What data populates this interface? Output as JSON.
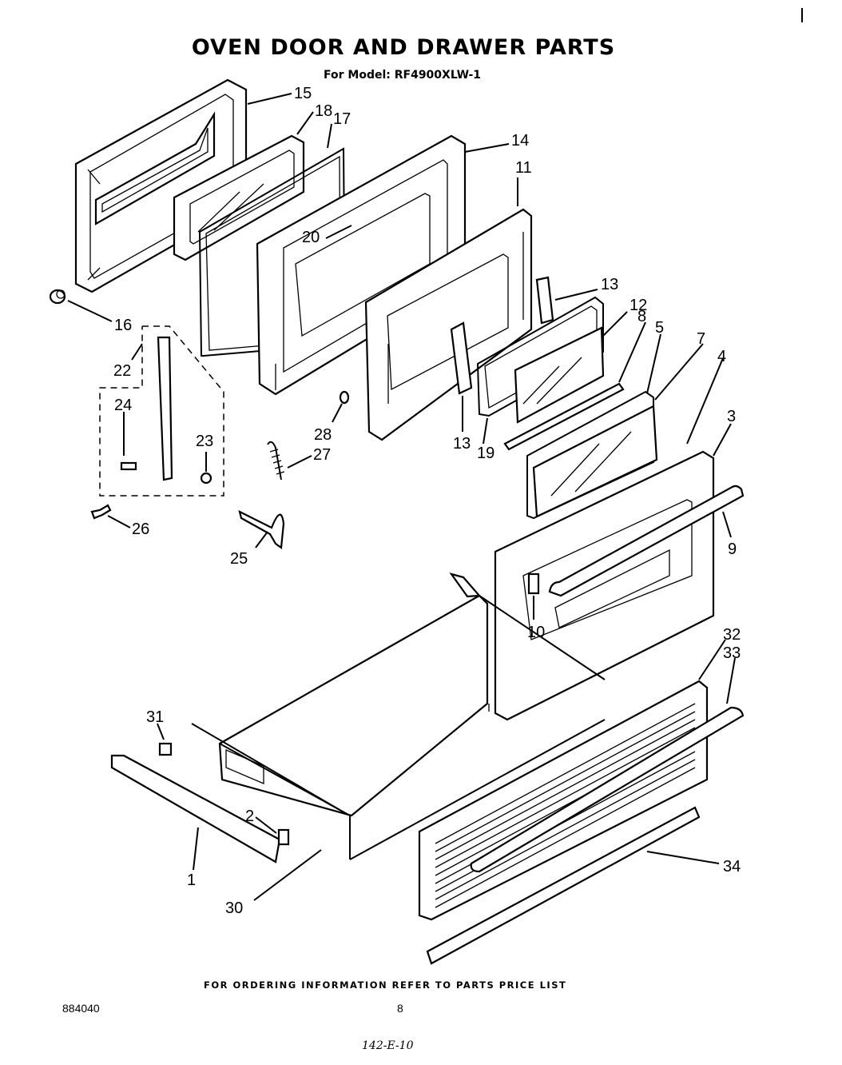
{
  "header": {
    "title": "OVEN DOOR AND DRAWER PARTS",
    "subtitle": "For Model: RF4900XLW-1"
  },
  "part_labels": [
    "15",
    "18",
    "17",
    "14",
    "11",
    "16",
    "20",
    "13",
    "12",
    "8",
    "5",
    "7",
    "4",
    "22",
    "24",
    "23",
    "28",
    "27",
    "13",
    "19",
    "3",
    "26",
    "25",
    "9",
    "10",
    "32",
    "33",
    "31",
    "2",
    "1",
    "30",
    "34"
  ],
  "footer": {
    "note": "FOR ORDERING INFORMATION REFER TO PARTS PRICE LIST",
    "doc_number": "884040",
    "page_number": "8",
    "handwritten": "142-E-10"
  }
}
